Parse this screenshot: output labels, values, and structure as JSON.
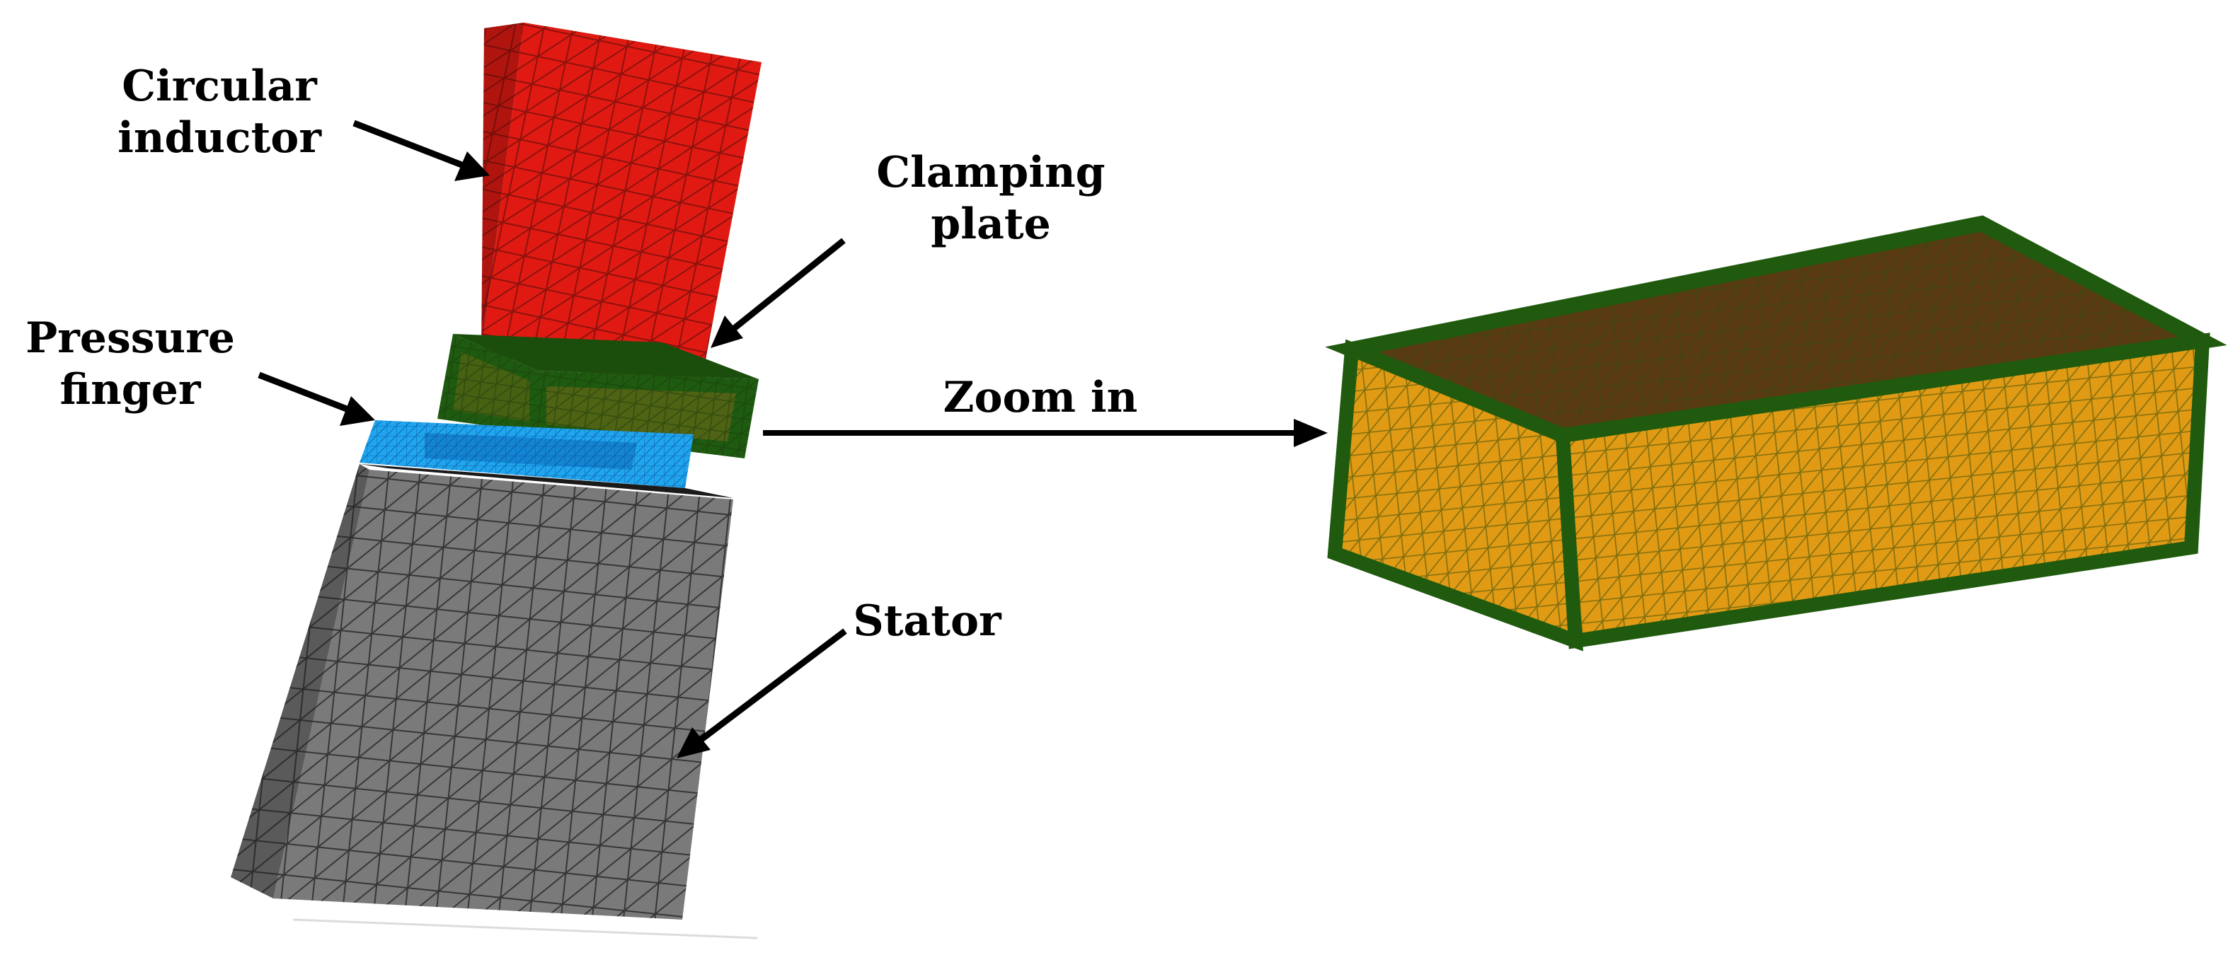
{
  "labels": {
    "circular_inductor": [
      "Circular",
      "inductor"
    ],
    "clamping_plate": [
      "Clamping",
      "plate"
    ],
    "pressure_finger": [
      "Pressure",
      "finger"
    ],
    "zoom_in": "Zoom in",
    "stator": "Stator"
  },
  "colors": {
    "inductor": "#e01a12",
    "clamping_plate": "#1e5a10",
    "pressure_finger": "#1fa6ee",
    "stator": "#7a7a7a",
    "zoom_face": "#e09a14",
    "zoom_edge": "#1f5a0e",
    "mesh_dark": "#2a2a2a"
  },
  "icons": [
    "arrow-icon"
  ]
}
